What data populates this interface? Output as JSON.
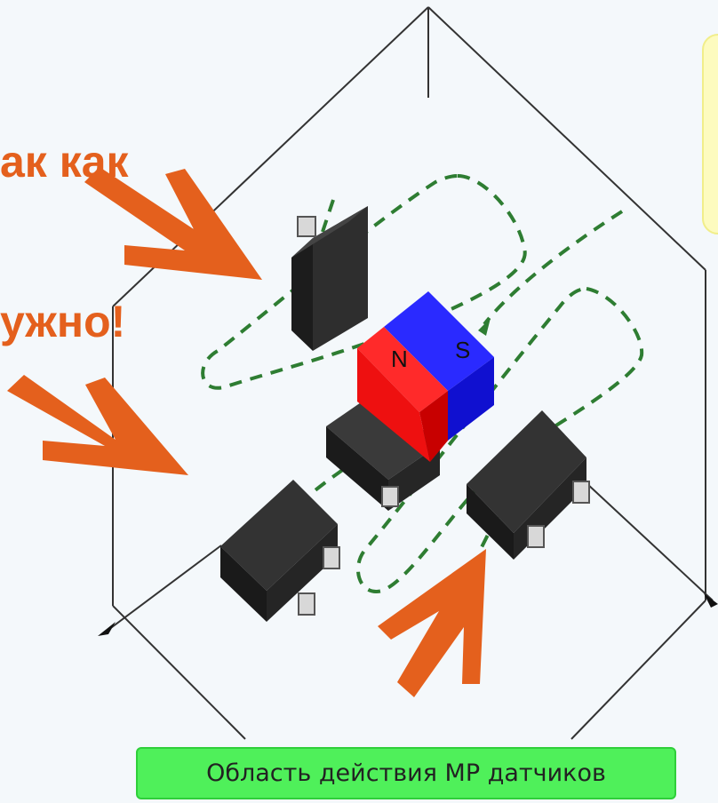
{
  "headline": {
    "line1": "ак как",
    "line2": "ужно!"
  },
  "magnet": {
    "north_label": "N",
    "south_label": "S",
    "north_color": "#ff1a1a",
    "south_color": "#1515ff"
  },
  "zone_label": "Область действия МР датчиков",
  "colors": {
    "headline": "#e4601d",
    "arrows": "#e4601d",
    "field_lines": "#2e7d32",
    "chips": "#2a2a2a",
    "zone_label_bg": "#4ff05a",
    "note_box_bg": "#fdfbbf"
  }
}
